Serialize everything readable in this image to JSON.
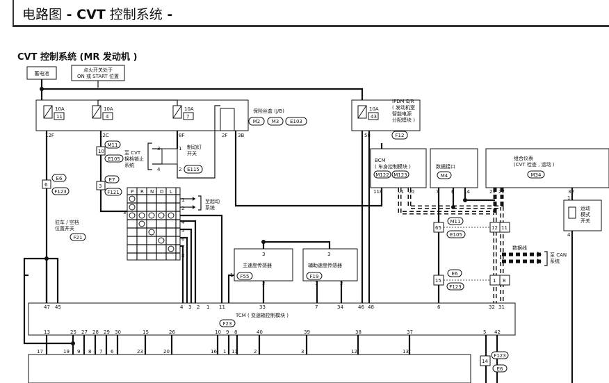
{
  "header": {
    "prefix": "电路图",
    "sep1": " - ",
    "subject": "CVT",
    "rest": " 控制系统",
    "sep2": " - "
  },
  "diagram": {
    "title": "CVT 控制系统 (MR 发动机 )",
    "battery": "蓄电池",
    "ign_l1": "点火开关处于",
    "ign_l2": "ON 或 START 位置",
    "fuse1_amp": "10A",
    "fuse1_no": "11",
    "fuse2_amp": "10A",
    "fuse2_no": "4",
    "fuse3_amp": "10A",
    "fuse3_no": "7",
    "jb_label": "保险丝盒 (J/B)",
    "jb_conn1": "M2",
    "jb_conn2": "M3",
    "jb_conn3": "E103",
    "t12f": "12F",
    "t12c": "12C",
    "t8f": "8F",
    "t2f": "2F",
    "t3b": "3B",
    "ipdm_l1": "IPDM E/R",
    "ipdm_l2": "( 发动机室",
    "ipdm_l3": "智能电源",
    "ipdm_l4": "分配模块 )",
    "fuse4_amp": "10A",
    "fuse4_no": "43",
    "ipdm_pin": "58",
    "ipdm_conn": "F12",
    "shift_l1": "至 CVT",
    "shift_l2": "换档锁止",
    "shift_l3": "系统",
    "stop_l1": "制动灯",
    "stop_l2": "开关",
    "stop_conn": "E115",
    "stop_p3": "3",
    "stop_p4": "4",
    "stop_p1": "1",
    "stop_p2": "2",
    "m11": "M11",
    "p10": "10",
    "e105": "E105",
    "e6": "E6",
    "p6": "6",
    "f123": "F123",
    "e7": "E7",
    "p3": "3",
    "f121": "F121",
    "prndl": [
      "P",
      "R",
      "N",
      "D",
      "L"
    ],
    "start_l1": "至起动",
    "start_l2": "系统",
    "park_l1": "驻车 / 空档",
    "park_l2": "位置开关",
    "park_conn": "F21",
    "park_pins": [
      "1",
      "2",
      "3",
      "4",
      "5",
      "6",
      "7",
      "8"
    ],
    "bcm_l1": "BCM",
    "bcm_l2": "( 车身控制模块 )",
    "bcm_c1": "M122",
    "bcm_c2": "M123",
    "bcm_p118": "118",
    "bcm_p91": "91",
    "bcm_p90": "90",
    "dlc_l1": "数据接口",
    "dlc_conn": "M4",
    "dlc_p7": "7",
    "dlc_p6": "6",
    "dlc_p14": "14",
    "meter_l1": "组合仪表",
    "meter_l2": "(CVT 检查 , 运动 )",
    "meter_conn": "M34",
    "meter_p21": "21",
    "meter_p22": "22",
    "meter_p32": "32",
    "sport_l1": "运动",
    "sport_l2": "模式",
    "sport_l3": "开关",
    "p1": "1",
    "p4": "4",
    "p65": "65",
    "p12": "12",
    "p11": "11",
    "p15": "15",
    "p1b": "1",
    "p8": "8",
    "dataline": "数据线",
    "can_l1": "至 CAN",
    "can_l2": "系统",
    "pri_l1": "主速度传感器",
    "pri_conn": "F55",
    "pri_p1": "1",
    "pri_p2": "2",
    "pri_p3": "3",
    "sec_l1": "辅助速度传感器",
    "sec_conn": "F19",
    "sec_p1": "1",
    "sec_p2": "2",
    "sec_p3": "3",
    "tcm_l1": "TCM ( 变速箱控制模块 )",
    "tcm_conn": "F23",
    "tcm_top": [
      "47",
      "45",
      "4",
      "3",
      "2",
      "1",
      "11",
      "33",
      "7",
      "34",
      "46",
      "48",
      "6",
      "32",
      "31"
    ],
    "tcm_bot": [
      "13",
      "25",
      "27",
      "28",
      "29",
      "30",
      "15",
      "26",
      "10",
      "9",
      "8",
      "40",
      "39",
      "38",
      "37",
      "5",
      "42"
    ],
    "low_pins": [
      "17",
      "19",
      "9",
      "8",
      "7",
      "6",
      "23",
      "20",
      "16",
      "1",
      "11",
      "2",
      "3",
      "12",
      "13"
    ],
    "p14": "14",
    "e6b": "E6",
    "f123b": "F123"
  }
}
